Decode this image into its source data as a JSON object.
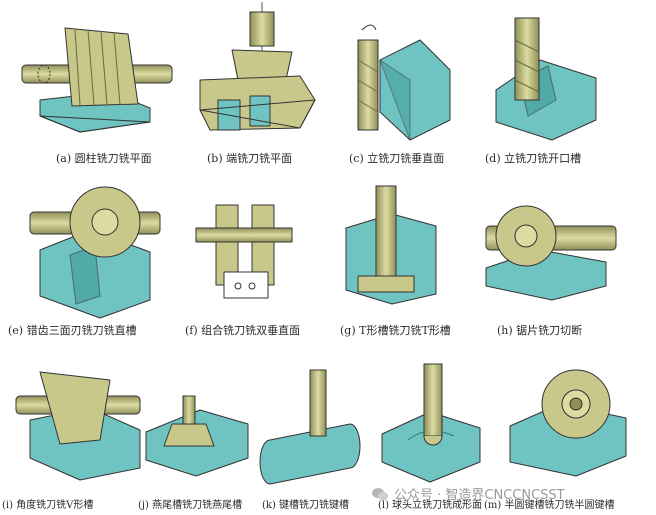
{
  "captions": [
    "(a) 圆柱铣刀铣平面",
    "(b) 端铣刀铣平面",
    "(c) 立铣刀铣垂直面",
    "(d) 立铣刀铣开口槽",
    "(e) 错齿三面刃铣刀铣直槽",
    "(f) 组合铣刀铣双垂直面",
    "(g) T形槽铣刀铣T形槽",
    "(h) 锯片铣刀切断",
    "(i) 角度铣刀铣V形槽",
    "(j) 燕尾槽铣刀铣燕尾槽",
    "(k) 键槽铣刀铣键槽",
    "(l) 球头立铣刀铣成形面",
    "(m) 半圆键槽铣刀铣半圆键槽"
  ],
  "watermark": "公众号 · 智造界CNCCNCSST",
  "colors": {
    "workpiece": "#6fc3c1",
    "workpiece_dark": "#3f9a98",
    "cutter": "#c8c88a",
    "cutter_dark": "#8e8e55",
    "outline": "#333333"
  }
}
